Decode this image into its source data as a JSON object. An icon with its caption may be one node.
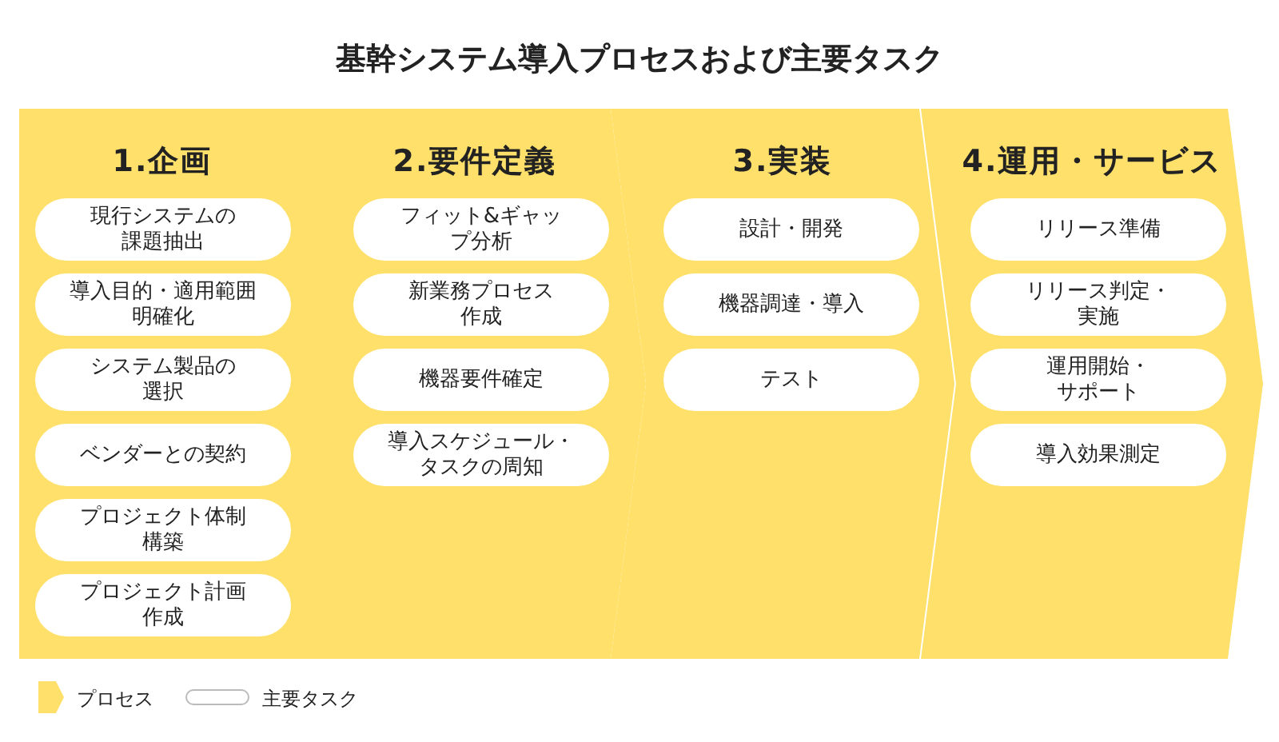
{
  "diagram": {
    "title": "基幹システム導入プロセスおよび主要タスク",
    "nodes": [
      {
        "text": [
          "1.企画"
        ]
      },
      {
        "text": [
          "現行システムの課題抽出"
        ],
        "in": 0
      },
      {
        "text": [
          "導入目的・適用範囲明確化"
        ],
        "in": 0
      },
      {
        "text": [
          "システム製品の選択"
        ],
        "in": 0
      },
      {
        "text": [
          "ベンダーとの契約"
        ],
        "in": 0
      },
      {
        "text": [
          "プロジェクト体制構築"
        ],
        "in": 0
      },
      {
        "text": [
          "プロジェクト計画作成"
        ],
        "in": 0
      },
      {
        "text": [
          "2.要件定義"
        ]
      },
      {
        "text": [
          "フィット&ギャップ分析"
        ],
        "in": 7
      },
      {
        "text": [
          "新業務プロセス作成"
        ],
        "in": 7
      },
      {
        "text": [
          "機器要件確定"
        ],
        "in": 7
      },
      {
        "text": [
          "導入スケジュール・タスクの周知"
        ],
        "in": 7
      },
      {
        "text": [
          "3.実装"
        ]
      },
      {
        "text": [
          "設計・開発"
        ],
        "in": 12
      },
      {
        "text": [
          "機器調達・導入"
        ],
        "in": 12
      },
      {
        "text": [
          "テスト"
        ],
        "in": 12
      },
      {
        "text": [
          "4.運用・サービス"
        ]
      },
      {
        "text": [
          "リリース準備"
        ],
        "in": 16
      },
      {
        "text": [
          "リリース判定・実施"
        ],
        "in": 16
      },
      {
        "text": [
          "運用開始・サポート"
        ],
        "in": 16
      },
      {
        "text": [
          "導入効果測定"
        ],
        "in": 16
      }
    ],
    "legend": [
      {
        "text": "プロセス",
        "color": "#fee06a"
      },
      {
        "text": "主要タスク"
      }
    ]
  }
}
